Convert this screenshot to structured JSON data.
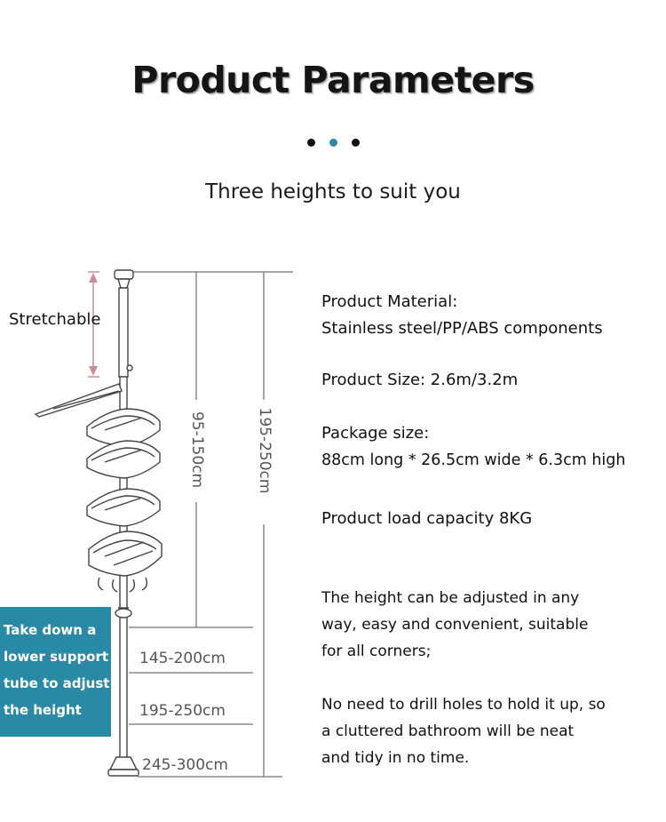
{
  "header": {
    "title": "Product Parameters",
    "subtitle": "Three heights to suit you",
    "dot_colors": [
      "#111111",
      "#2a8aa5",
      "#111111"
    ]
  },
  "diagram": {
    "stretchable_label": "Stretchable",
    "blue_box_lines": [
      "Take down a",
      "lower support",
      "tube to adjust",
      "the height"
    ],
    "height_95_150": "95-150cm",
    "height_195_250_vertical": "195-250cm",
    "height_145_200": "145-200cm",
    "height_195_250": "195-250cm",
    "height_245_300": "245-300cm",
    "accent_color": "#2a8aa5",
    "arrow_color": "#c98d95"
  },
  "specs": {
    "material_label": "Product Material:",
    "material_value": "Stainless steel/PP/ABS components",
    "size": "Product Size: 2.6m/3.2m",
    "package_label": "Package size:",
    "package_value": "88cm long * 26.5cm wide * 6.3cm high",
    "load": "Product load capacity 8KG"
  },
  "descriptions": {
    "adjust_line1": "The height can be adjusted in any",
    "adjust_line2": "way, easy and convenient, suitable",
    "adjust_line3": "for all corners;",
    "drill_line1": "No need to drill holes to hold it up, so",
    "drill_line2": "a cluttered bathroom will be neat",
    "drill_line3": "and tidy in no time."
  }
}
